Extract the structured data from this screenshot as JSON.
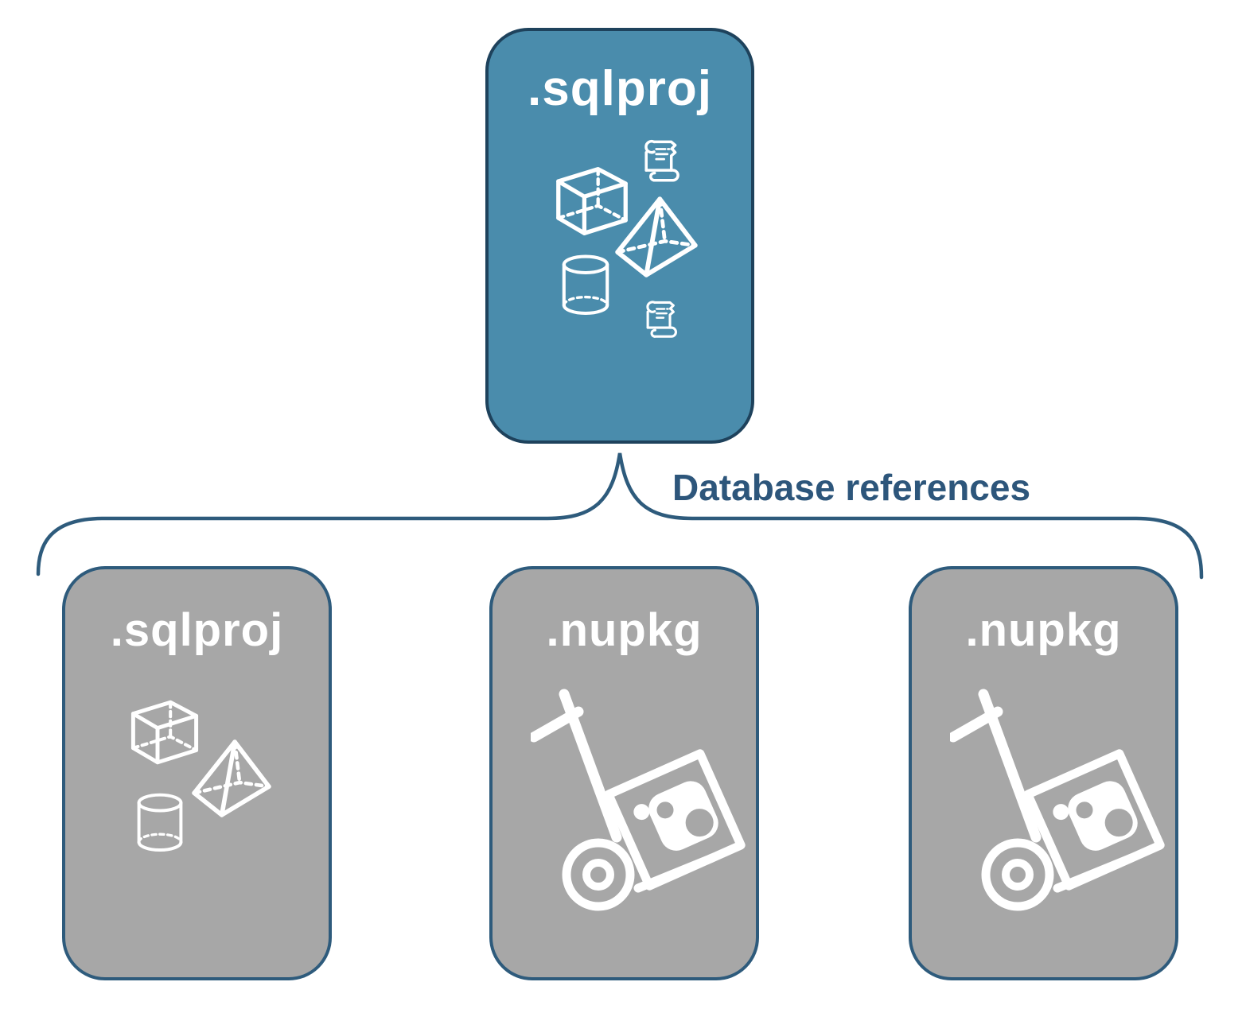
{
  "diagram": {
    "root_box": {
      "label": ".sqlproj",
      "fill_color": "#4A8CAC",
      "border_color": "#1E425C",
      "icons": [
        "cube-icon",
        "scroll-icon",
        "pyramid-icon",
        "cylinder-icon",
        "scroll-icon"
      ]
    },
    "connector": {
      "label": "Database references",
      "label_color": "#2D567B",
      "brace_color": "#2E5B7C"
    },
    "child_boxes": [
      {
        "label": ".sqlproj",
        "fill_color": "#A7A7A7",
        "border_color": "#2E5B7C",
        "icons": [
          "cube-icon",
          "pyramid-icon",
          "cylinder-icon"
        ]
      },
      {
        "label": ".nupkg",
        "fill_color": "#A7A7A7",
        "border_color": "#2E5B7C",
        "icons": [
          "handtruck-package-icon"
        ]
      },
      {
        "label": ".nupkg",
        "fill_color": "#A7A7A7",
        "border_color": "#2E5B7C",
        "icons": [
          "handtruck-package-icon"
        ]
      }
    ]
  }
}
